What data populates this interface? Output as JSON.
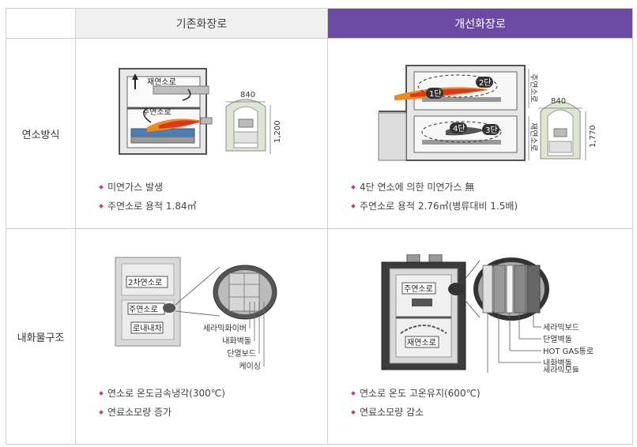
{
  "header": {
    "old_title": "기존화장로",
    "new_title": "개선화장로"
  },
  "rows": {
    "combustion": {
      "label": "연소방식",
      "old": {
        "labels": {
          "secondary": "재연소로",
          "primary": "주연소로",
          "width": "840",
          "height": "1,200"
        },
        "bullets": [
          "미연가스 발생",
          "주연소로 용적 1.84㎥"
        ]
      },
      "new": {
        "labels": {
          "stage1": "1단",
          "stage2": "2단",
          "stage3": "3단",
          "stage4": "4단",
          "primary_v": "주연소로",
          "secondary_v": "재연소로",
          "width": "840",
          "height": "1,770"
        },
        "bullets": [
          "4단 연소에 의한 미연가스 無",
          "주연소로 용적 2.76㎥(병류대비 1.5배)"
        ]
      }
    },
    "refractory": {
      "label": "내화물구조",
      "old": {
        "labels": {
          "secondary": "2차연소로",
          "primary": "주연소로",
          "cart": "로내내차"
        },
        "layers": [
          "세라믹화이버",
          "내화벽돌",
          "단열보드",
          "케이싱"
        ],
        "bullets": [
          "연소로 온도금속냉각(300℃)",
          "연료소모량 증가"
        ]
      },
      "new": {
        "labels": {
          "primary": "주연소로",
          "secondary": "재연소로"
        },
        "layers": [
          "세라믹보드",
          "단열벽돌",
          "HOT GAS통로",
          "내화벽돌",
          "세라믹모듈"
        ],
        "bullets": [
          "연소로 온도 고온유지(600℃)",
          "연료소모량 감소"
        ]
      }
    }
  },
  "colors": {
    "header_new_bg": "#6b4aa5",
    "header_old_bg": "#f0f0f0",
    "bullet": "#c23b8e",
    "flame": "#f08a1c"
  }
}
